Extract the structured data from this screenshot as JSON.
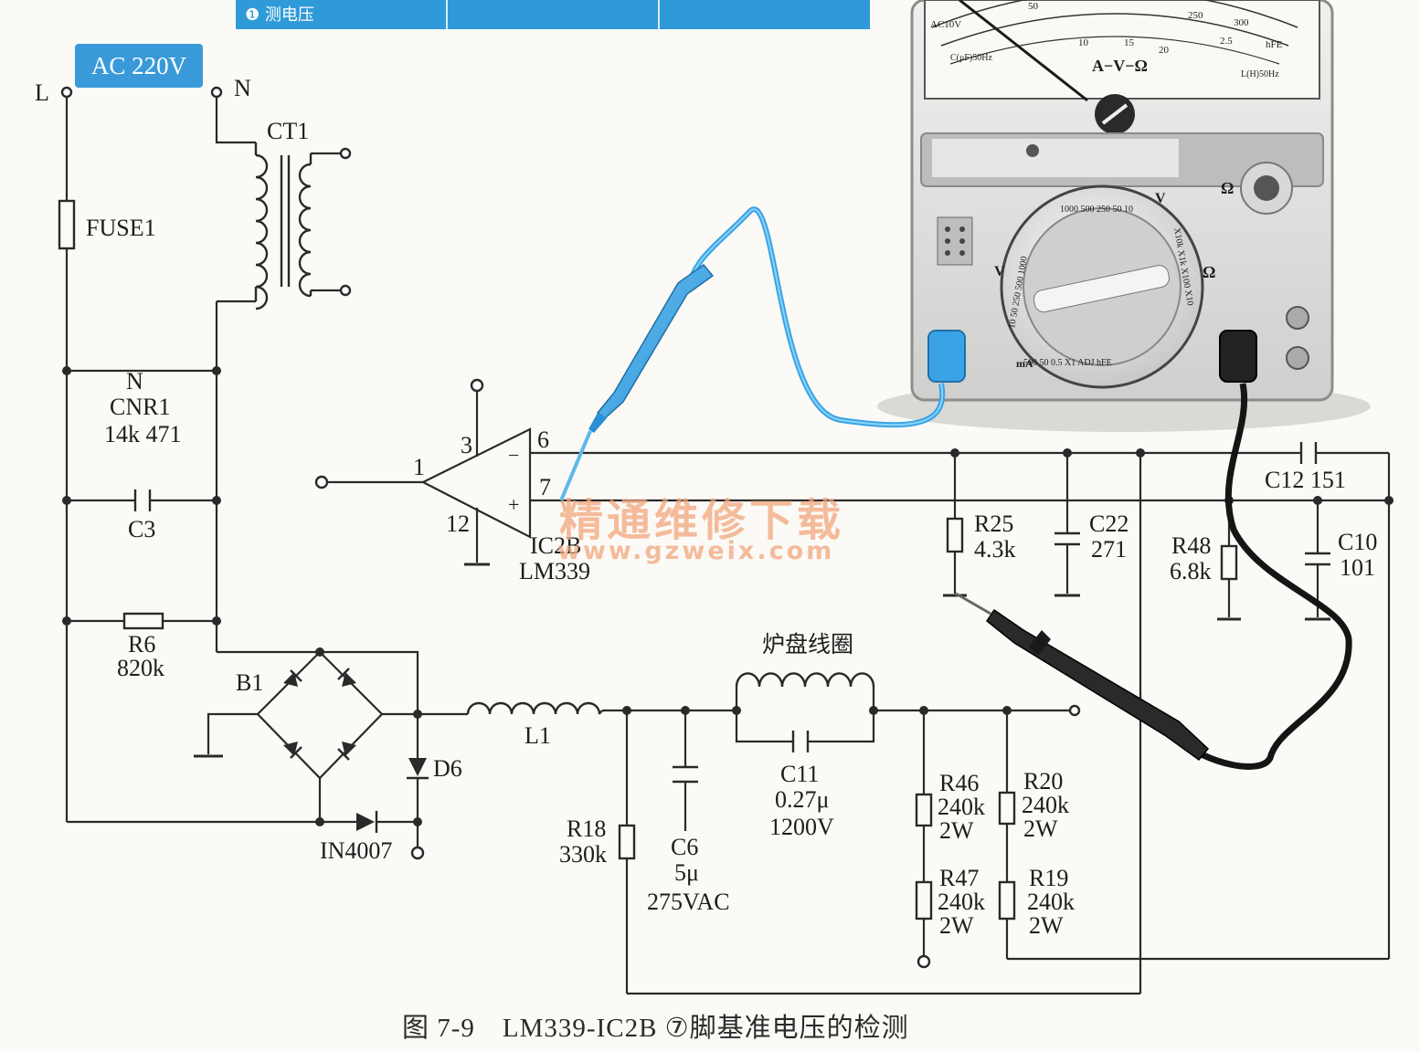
{
  "header_table": {
    "cells": [
      "❶ 测电压",
      "",
      ""
    ]
  },
  "source": {
    "badge": "AC 220V",
    "l_label": "L",
    "n_label": "N"
  },
  "components": {
    "ct1": "CT1",
    "fuse": "FUSE1",
    "cnr1_symbol": "N",
    "cnr1": "CNR1",
    "cnr1_value": "14k 471",
    "c3": "C3",
    "r6": "R6",
    "r6_value": "820k",
    "b1": "B1",
    "d6": "D6",
    "in4007": "IN4007",
    "l1": "L1",
    "coil": "炉盘线圈",
    "c11": "C11",
    "c11_value1": "0.27μ",
    "c11_value2": "1200V",
    "r18": "R18",
    "r18_value": "330k",
    "c6": "C6",
    "c6_value1": "5μ",
    "c6_value2": "275VAC",
    "r46": "R46",
    "r46_v1": "240k",
    "r46_v2": "2W",
    "r47": "R47",
    "r47_v1": "240k",
    "r47_v2": "2W",
    "r20": "R20",
    "r20_v1": "240k",
    "r20_v2": "2W",
    "r19": "R19",
    "r19_v1": "240k",
    "r19_v2": "2W",
    "r25": "R25",
    "r25_value": "4.3k",
    "c22": "C22",
    "c22_value": "271",
    "r48": "R48",
    "r48_value": "6.8k",
    "c10": "C10",
    "c10_value": "101",
    "c12": "C12 151"
  },
  "opamp": {
    "pin1": "1",
    "pin3": "3",
    "pin6": "6",
    "pin7": "7",
    "pin12": "12",
    "minus": "−",
    "plus": "+",
    "name": "IC2B",
    "part": "LM339"
  },
  "meter": {
    "display_label": "A−V−Ω",
    "scale_ac": "AC10V",
    "scale_c": "C(μF)50Hz",
    "scale_l": "L(H)50Hz",
    "ohm_knob": "Ω",
    "v_label": "V",
    "v_label2": "V",
    "ohm_label": "Ω",
    "ma_label": "mA",
    "dial_top": "1000 500 250 50 10",
    "dial_left": "10 50 250 500 1000",
    "dial_bottom": "500 50 0.5 X1 ADJ hFE",
    "dial_right": "X10k X1k X100 X10",
    "arc_nums": [
      "50",
      "10",
      "15",
      "20",
      "250",
      "2.5",
      "300",
      "hFE"
    ]
  },
  "watermark": {
    "cn": "精通维修下载",
    "url": "www.gzweix.com"
  },
  "caption": "图 7-9　LM339-IC2B ⑦脚基准电压的检测",
  "colors": {
    "accent": "#2f9ad8",
    "probe_blue": "#3aa3e6",
    "probe_black": "#151515",
    "wire": "#2a2a2a"
  }
}
